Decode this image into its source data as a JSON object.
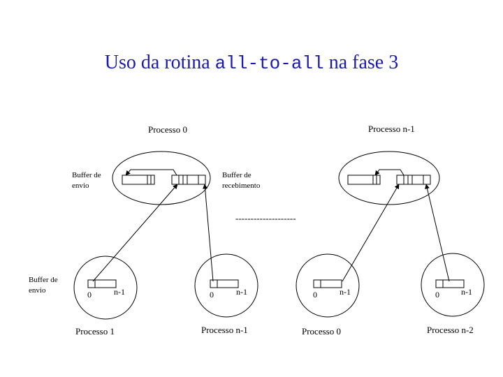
{
  "title": {
    "prefix": "Uso da rotina ",
    "code": "all-to-all",
    "suffix": " na fase 3"
  },
  "labels": {
    "proc0_top": "Processo 0",
    "procn1_top": "Processo n-1",
    "send_buffer_line1": "Buffer de",
    "send_buffer_line2": "envio",
    "recv_buffer_line1": "Buffer de",
    "recv_buffer_line2": "recebimento",
    "separator": "--------------------",
    "left_buffer_line1": "Buffer de",
    "left_buffer_line2": "envio",
    "idx_zero": "0",
    "idx_n1": "n-1",
    "bottom_proc1": "Processo 1",
    "bottom_procn1": "Processo n-1",
    "bottom_proc0": "Processo 0",
    "bottom_procn2": "Processo n-2"
  }
}
